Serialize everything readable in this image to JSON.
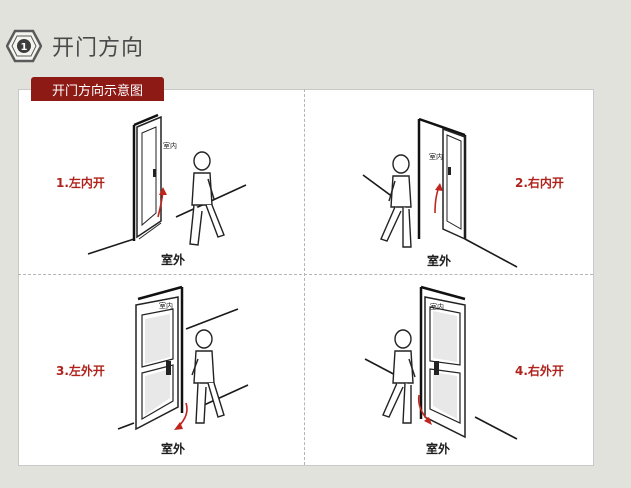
{
  "header": {
    "title": "开门方向",
    "badge_text": "1"
  },
  "tag": {
    "label": "开门方向示意图"
  },
  "quadrants": [
    {
      "direction_label": "1.左内开",
      "outside_label": "室外",
      "inside_label": "室内"
    },
    {
      "direction_label": "2.右内开",
      "outside_label": "室外",
      "inside_label": "室内"
    },
    {
      "direction_label": "3.左外开",
      "outside_label": "室外",
      "inside_label": "室内"
    },
    {
      "direction_label": "4.右外开",
      "outside_label": "室外",
      "inside_label": "室内"
    }
  ],
  "colors": {
    "accent": "#8e1a16",
    "arrow": "#c0251d",
    "label_red": "#b0231c"
  }
}
